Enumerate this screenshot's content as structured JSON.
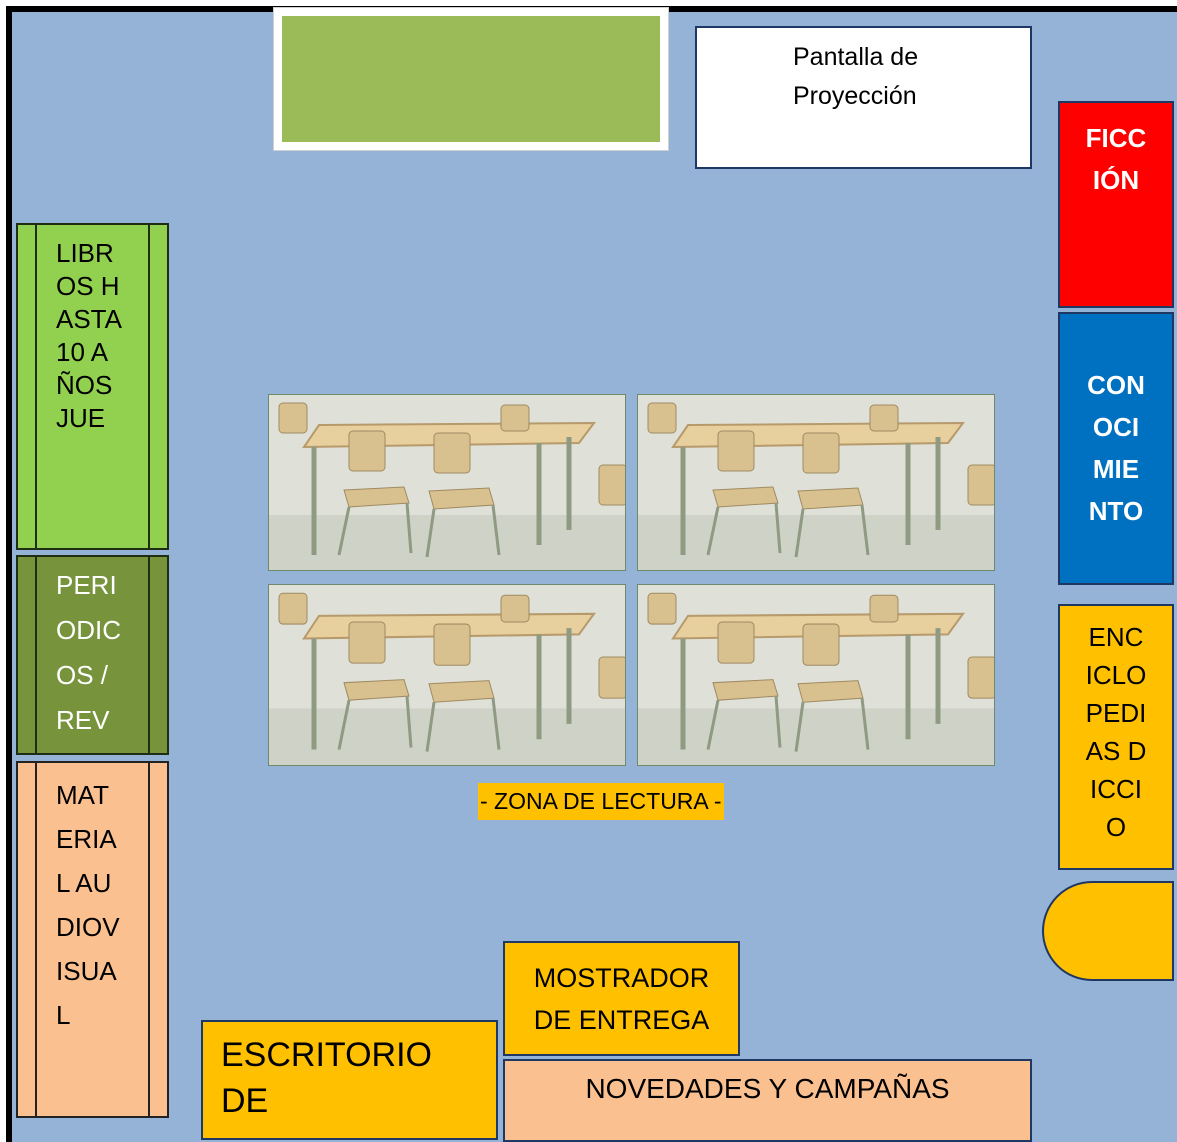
{
  "screen": {
    "label": "Pantalla de Proyección"
  },
  "shelves": {
    "books": "LIBROS HASTA 10 AÑOS JUE",
    "periodicos": "PERIODICOS / REV",
    "audiovisual": "MATERIAL AUDIOVISUAL",
    "ficcion": "FICCIÓN",
    "conocimiento": "CONOCIMIENTO",
    "enciclopedias": "ENCICLOPEDIAS DICCIO"
  },
  "zona_lectura": "- ZONA DE LECTURA -",
  "mostrador": "MOSTRADOR DE ENTREGA",
  "escritorio": "ESCRITORIO DE",
  "novedades": "NOVEDADES Y CAMPAÑAS",
  "colors": {
    "floor": "#95b3d7",
    "whiteboard": "#9bbb59",
    "books": "#92d050",
    "periodicos": "#77933c",
    "audiovisual": "#fac090",
    "ficcion": "#ff0000",
    "conocimiento": "#0070c0",
    "yellow": "#ffc000"
  },
  "icons": {
    "table_photo": "reading-table-with-chairs-icon"
  }
}
